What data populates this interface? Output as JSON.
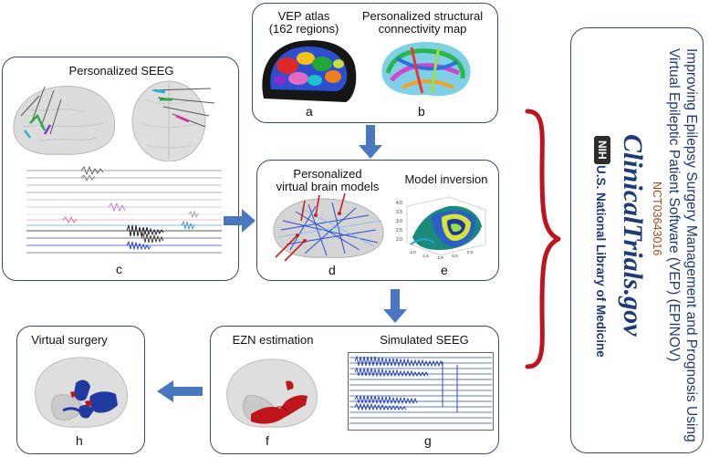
{
  "panels": {
    "atlas": {
      "left_title_line1": "VEP atlas",
      "left_title_line2": "(162 regions)",
      "right_title_line1": "Personalized structural",
      "right_title_line2": "connectivity map",
      "label_left": "a",
      "label_right": "b"
    },
    "seeg": {
      "title": "Personalized SEEG",
      "label": "c"
    },
    "models": {
      "left_title_line1": "Personalized",
      "left_title_line2": "virtual brain models",
      "right_title": "Model inversion",
      "label_left": "d",
      "label_right": "e"
    },
    "ezn": {
      "left_title": "EZN estimation",
      "right_title": "Simulated SEEG",
      "label_left": "f",
      "label_right": "g"
    },
    "surgery": {
      "title": "Virtual surgery",
      "label": "h"
    }
  },
  "clinicaltrials": {
    "nih_badge": "NIH",
    "library": "U.S. National Library of Medicine",
    "brand": "ClinicalTrials.gov",
    "nct": "NCT03643016",
    "study_line1": "Improving Epilepsy Surgery Management and Prognosis Using",
    "study_line2": "Virtual Epileptic Patient Software (VEP) (EPINOV)"
  },
  "colors": {
    "panel_border": "#3a4a6b",
    "arrow": "#4a78c0",
    "brace": "#c0131f",
    "brand": "#1d3b77",
    "nct": "#a44b15",
    "ezn_red": "#c0141c",
    "surgery_blue": "#1f3aa0"
  }
}
